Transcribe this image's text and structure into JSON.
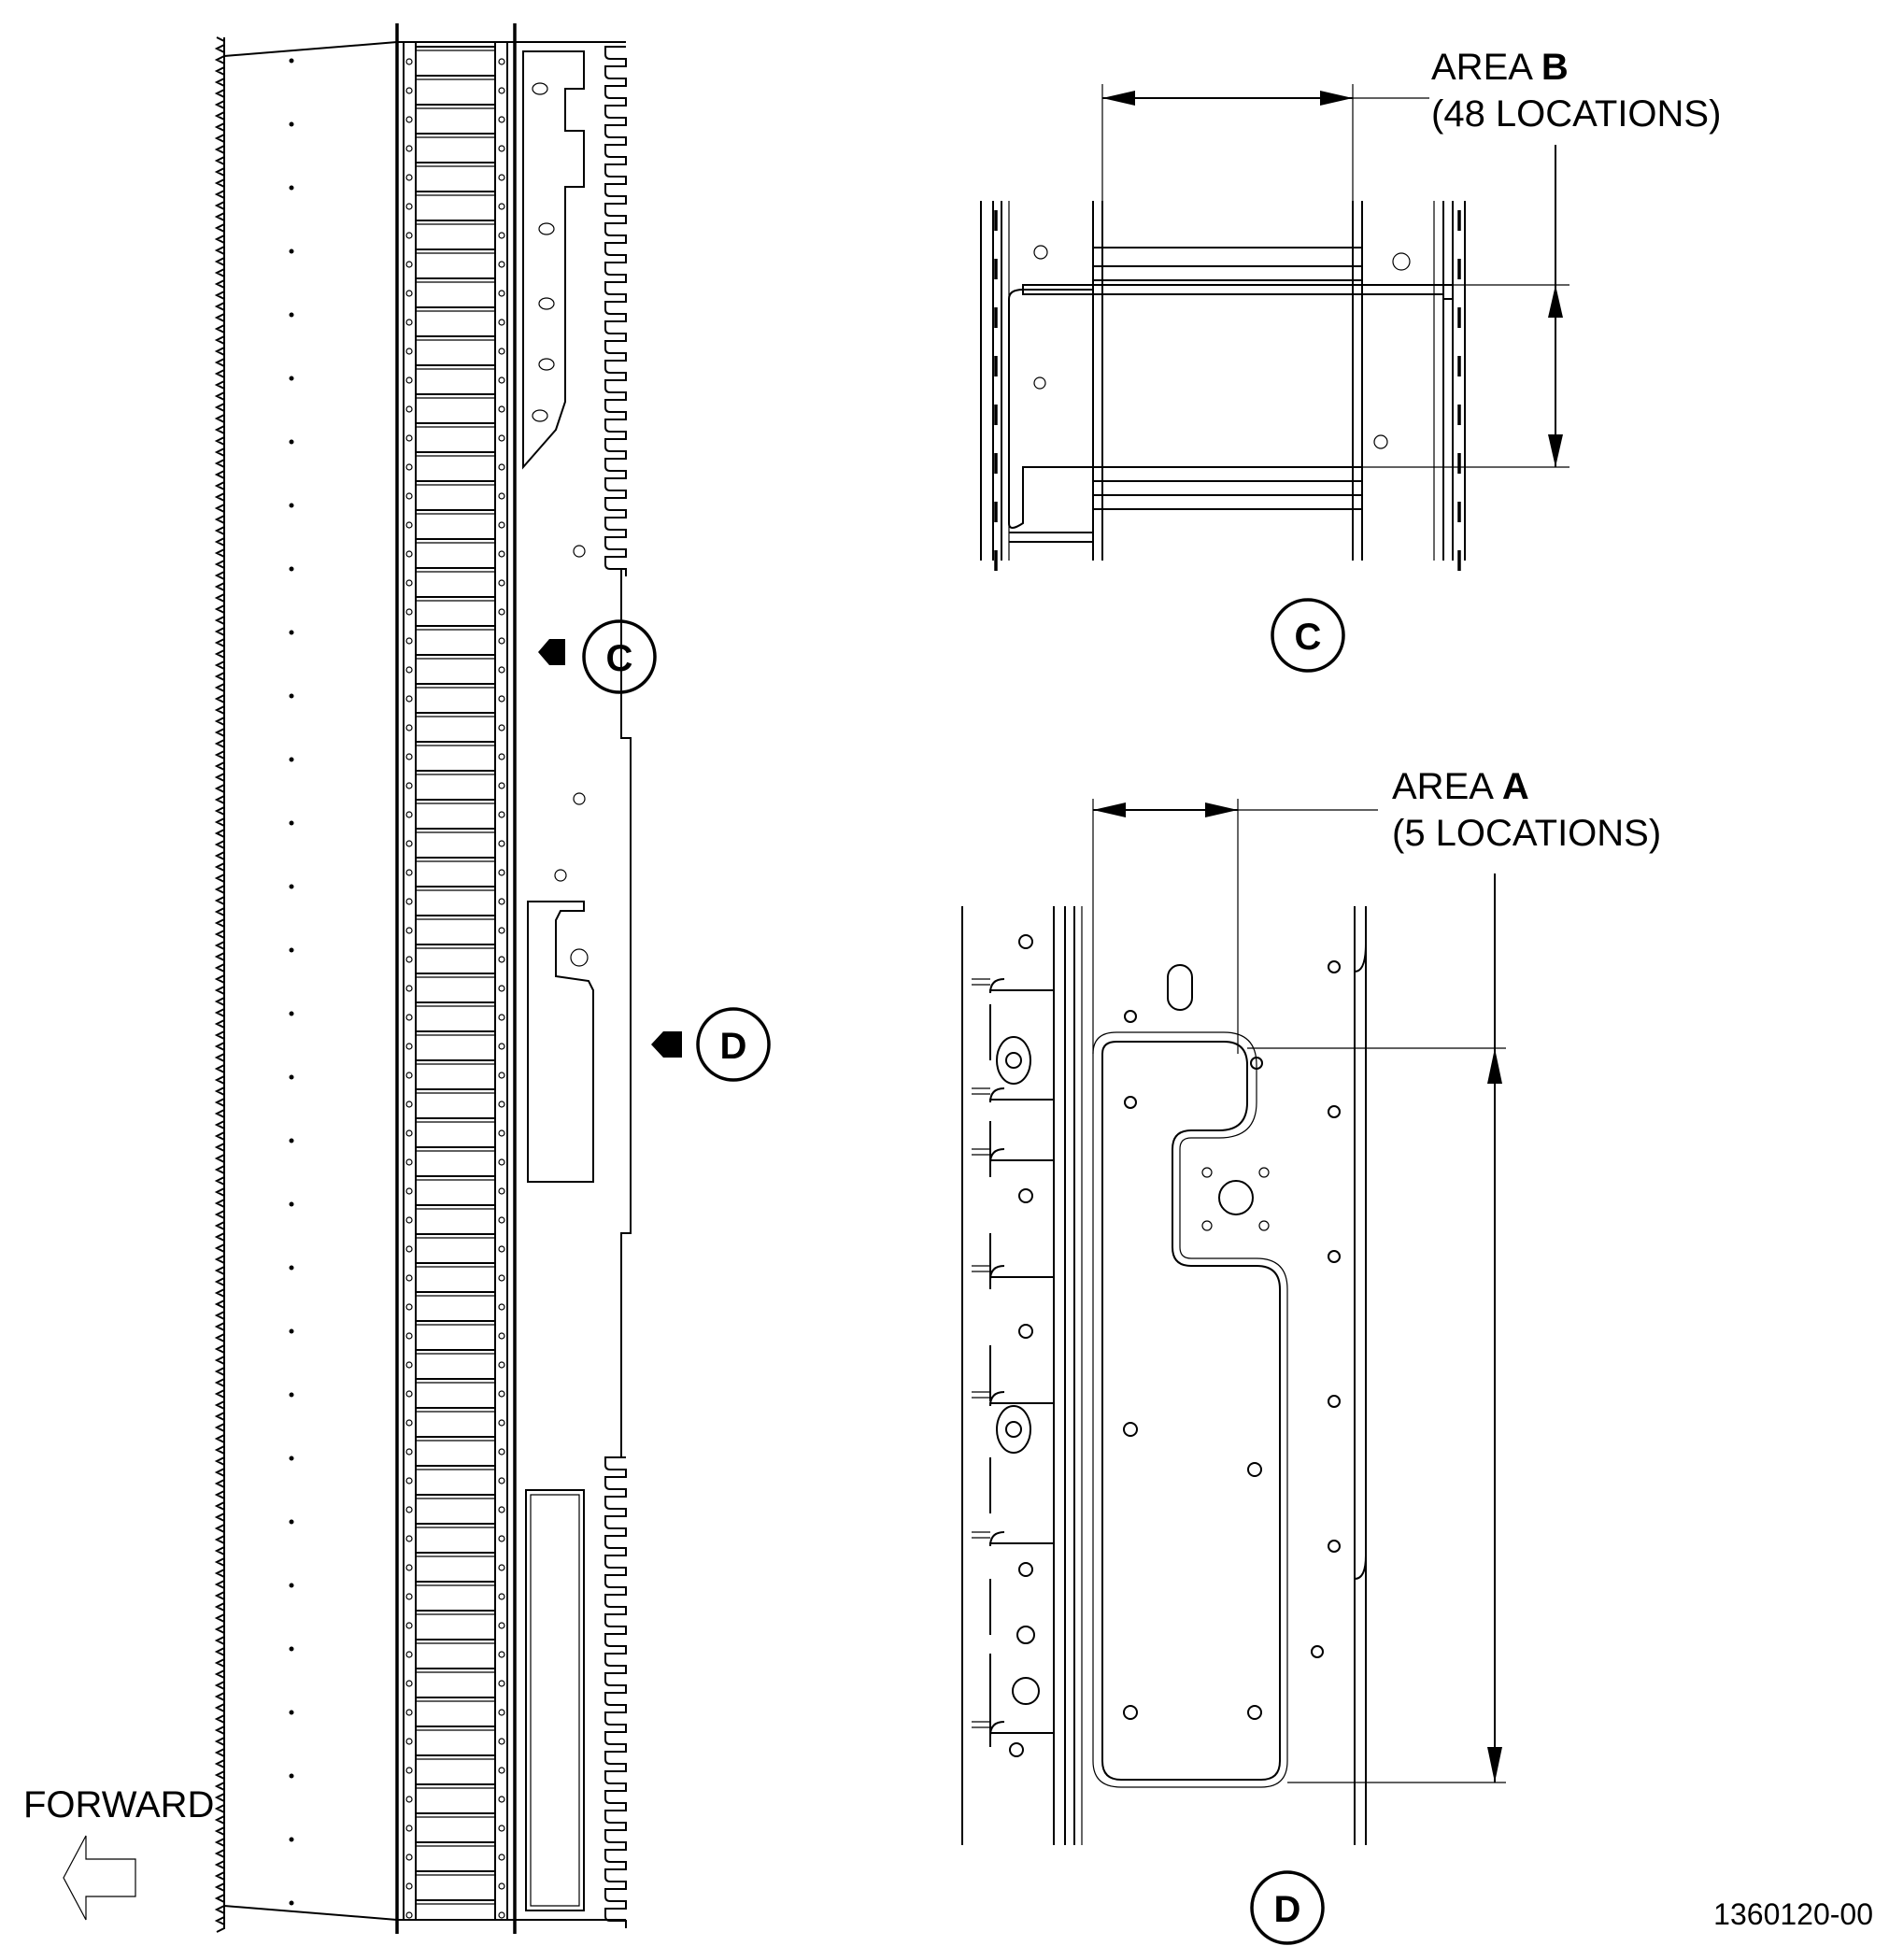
{
  "callouts": {
    "c_marker": "C",
    "d_marker": "D",
    "c_view_label": "C",
    "d_view_label": "D"
  },
  "area_b": {
    "prefix": "AREA ",
    "letter": "B",
    "locations": "(48 LOCATIONS)"
  },
  "area_a": {
    "prefix": "AREA ",
    "letter": "A",
    "locations": "(5 LOCATIONS)"
  },
  "forward_label": "FORWARD",
  "drawing_number": "1360120-00"
}
